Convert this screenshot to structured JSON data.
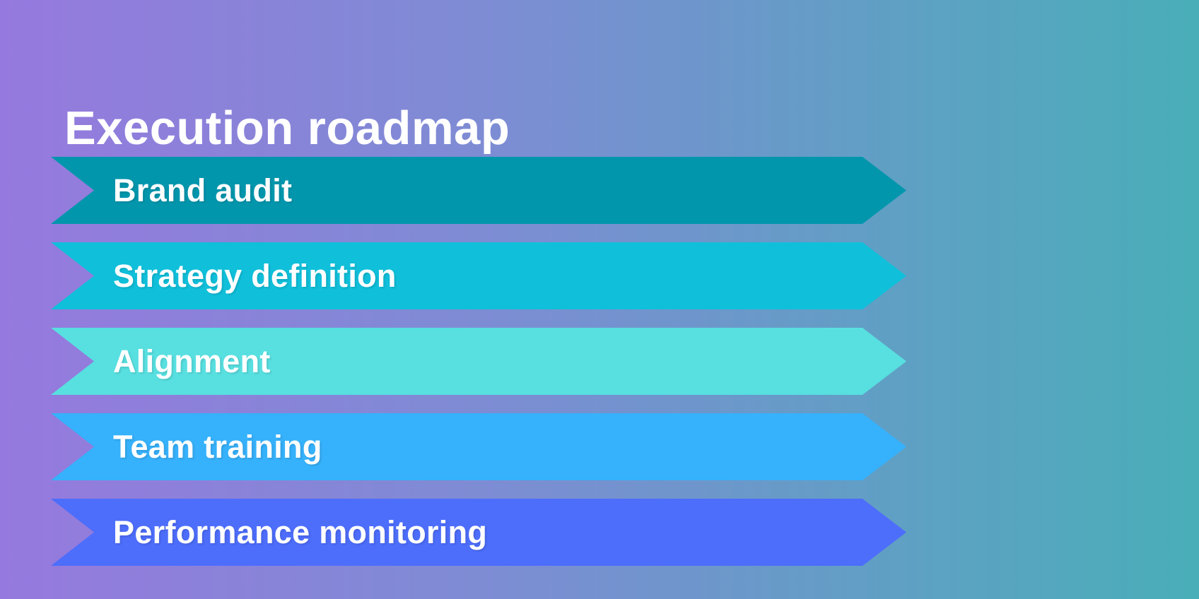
{
  "slide": {
    "title": "Execution roadmap"
  },
  "colors": {
    "background_gradient_left": "#9679de",
    "background_gradient_mid": "#7e8cd4",
    "background_gradient_right": "#49aeb8",
    "text": "#ffffff"
  },
  "roadmap": {
    "steps": [
      {
        "label": "Brand audit",
        "color": "#0296ad"
      },
      {
        "label": "Strategy definition",
        "color": "#10bfda"
      },
      {
        "label": "Alignment",
        "color": "#58dfe0"
      },
      {
        "label": "Team training",
        "color": "#36b1fb"
      },
      {
        "label": "Performance monitoring",
        "color": "#4d6dfb"
      }
    ]
  }
}
